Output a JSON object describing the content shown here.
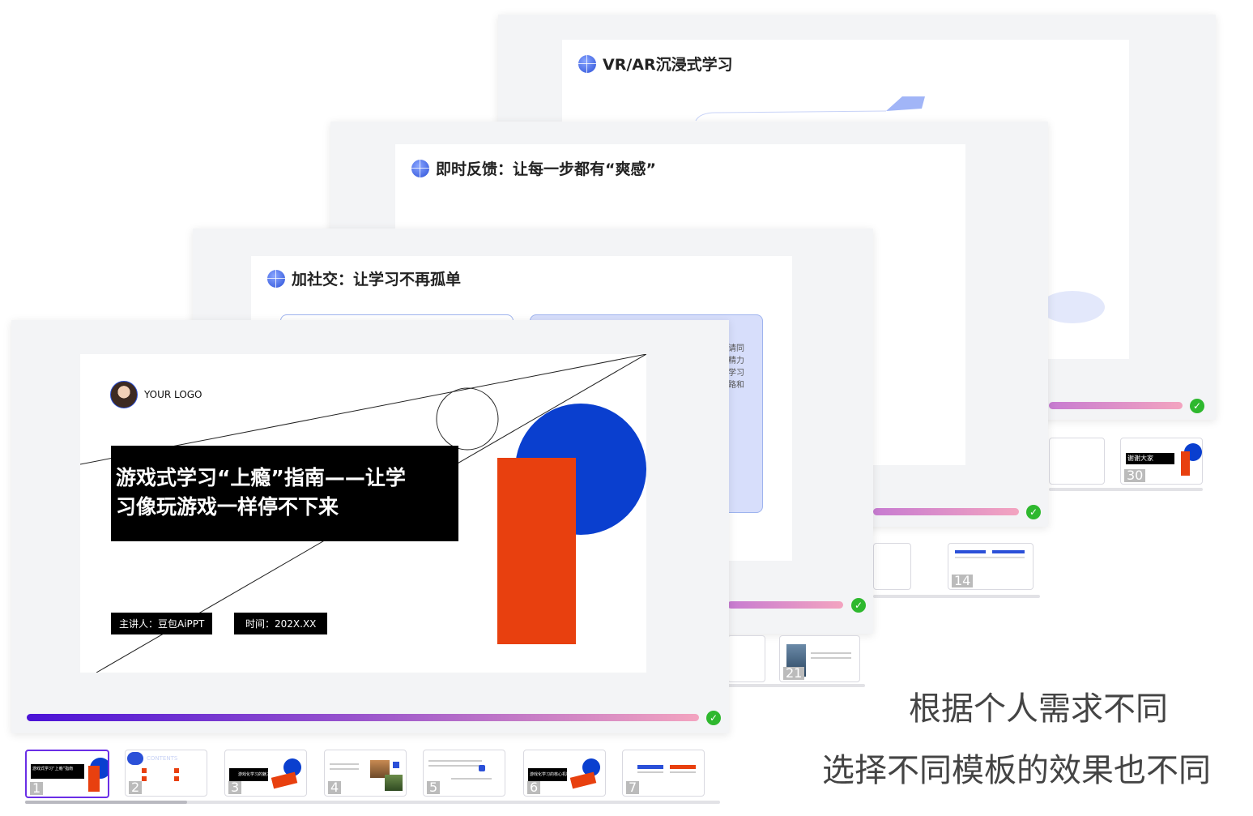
{
  "slides": {
    "s4": {
      "title": "VR/AR沉浸式学习"
    },
    "s3": {
      "title": "即时反馈：让每一步都有“爽感”"
    },
    "s2": {
      "title": "加社交：让学习不再孤单",
      "side_text": [
        "请同",
        "精力",
        "学习",
        "路和"
      ]
    },
    "s1": {
      "logo_text": "YOUR LOGO",
      "title_line1": "游戏式学习“上瘾”指南——让学",
      "title_line2": "习像玩游戏一样停不下来",
      "presenter": "主讲人：豆包AiPPT",
      "time": "时间：202X.XX"
    }
  },
  "thumbnails_front": [
    {
      "num": "1",
      "label": "游戏式学习“上瘾”指南"
    },
    {
      "num": "2",
      "label": "CONTENTS"
    },
    {
      "num": "3",
      "label": "游戏化学习的魅力"
    },
    {
      "num": "4",
      "label": ""
    },
    {
      "num": "5",
      "label": ""
    },
    {
      "num": "6",
      "label": "游戏化学习的核心机制"
    },
    {
      "num": "7",
      "label": ""
    }
  ],
  "thumbnails_back": {
    "s2": [
      {
        "num": "21"
      }
    ],
    "s3": [
      {
        "num": "14"
      }
    ],
    "s4": [
      {
        "num": "30",
        "label": "谢谢大家"
      }
    ]
  },
  "captions": {
    "line1": "根据个人需求不同",
    "line2": "选择不同模板的效果也不同"
  },
  "colors": {
    "accent_blue": "#0a3fcf",
    "accent_orange": "#e8400f",
    "check_green": "#2eb82e",
    "selection_purple": "#6a2ee6"
  }
}
